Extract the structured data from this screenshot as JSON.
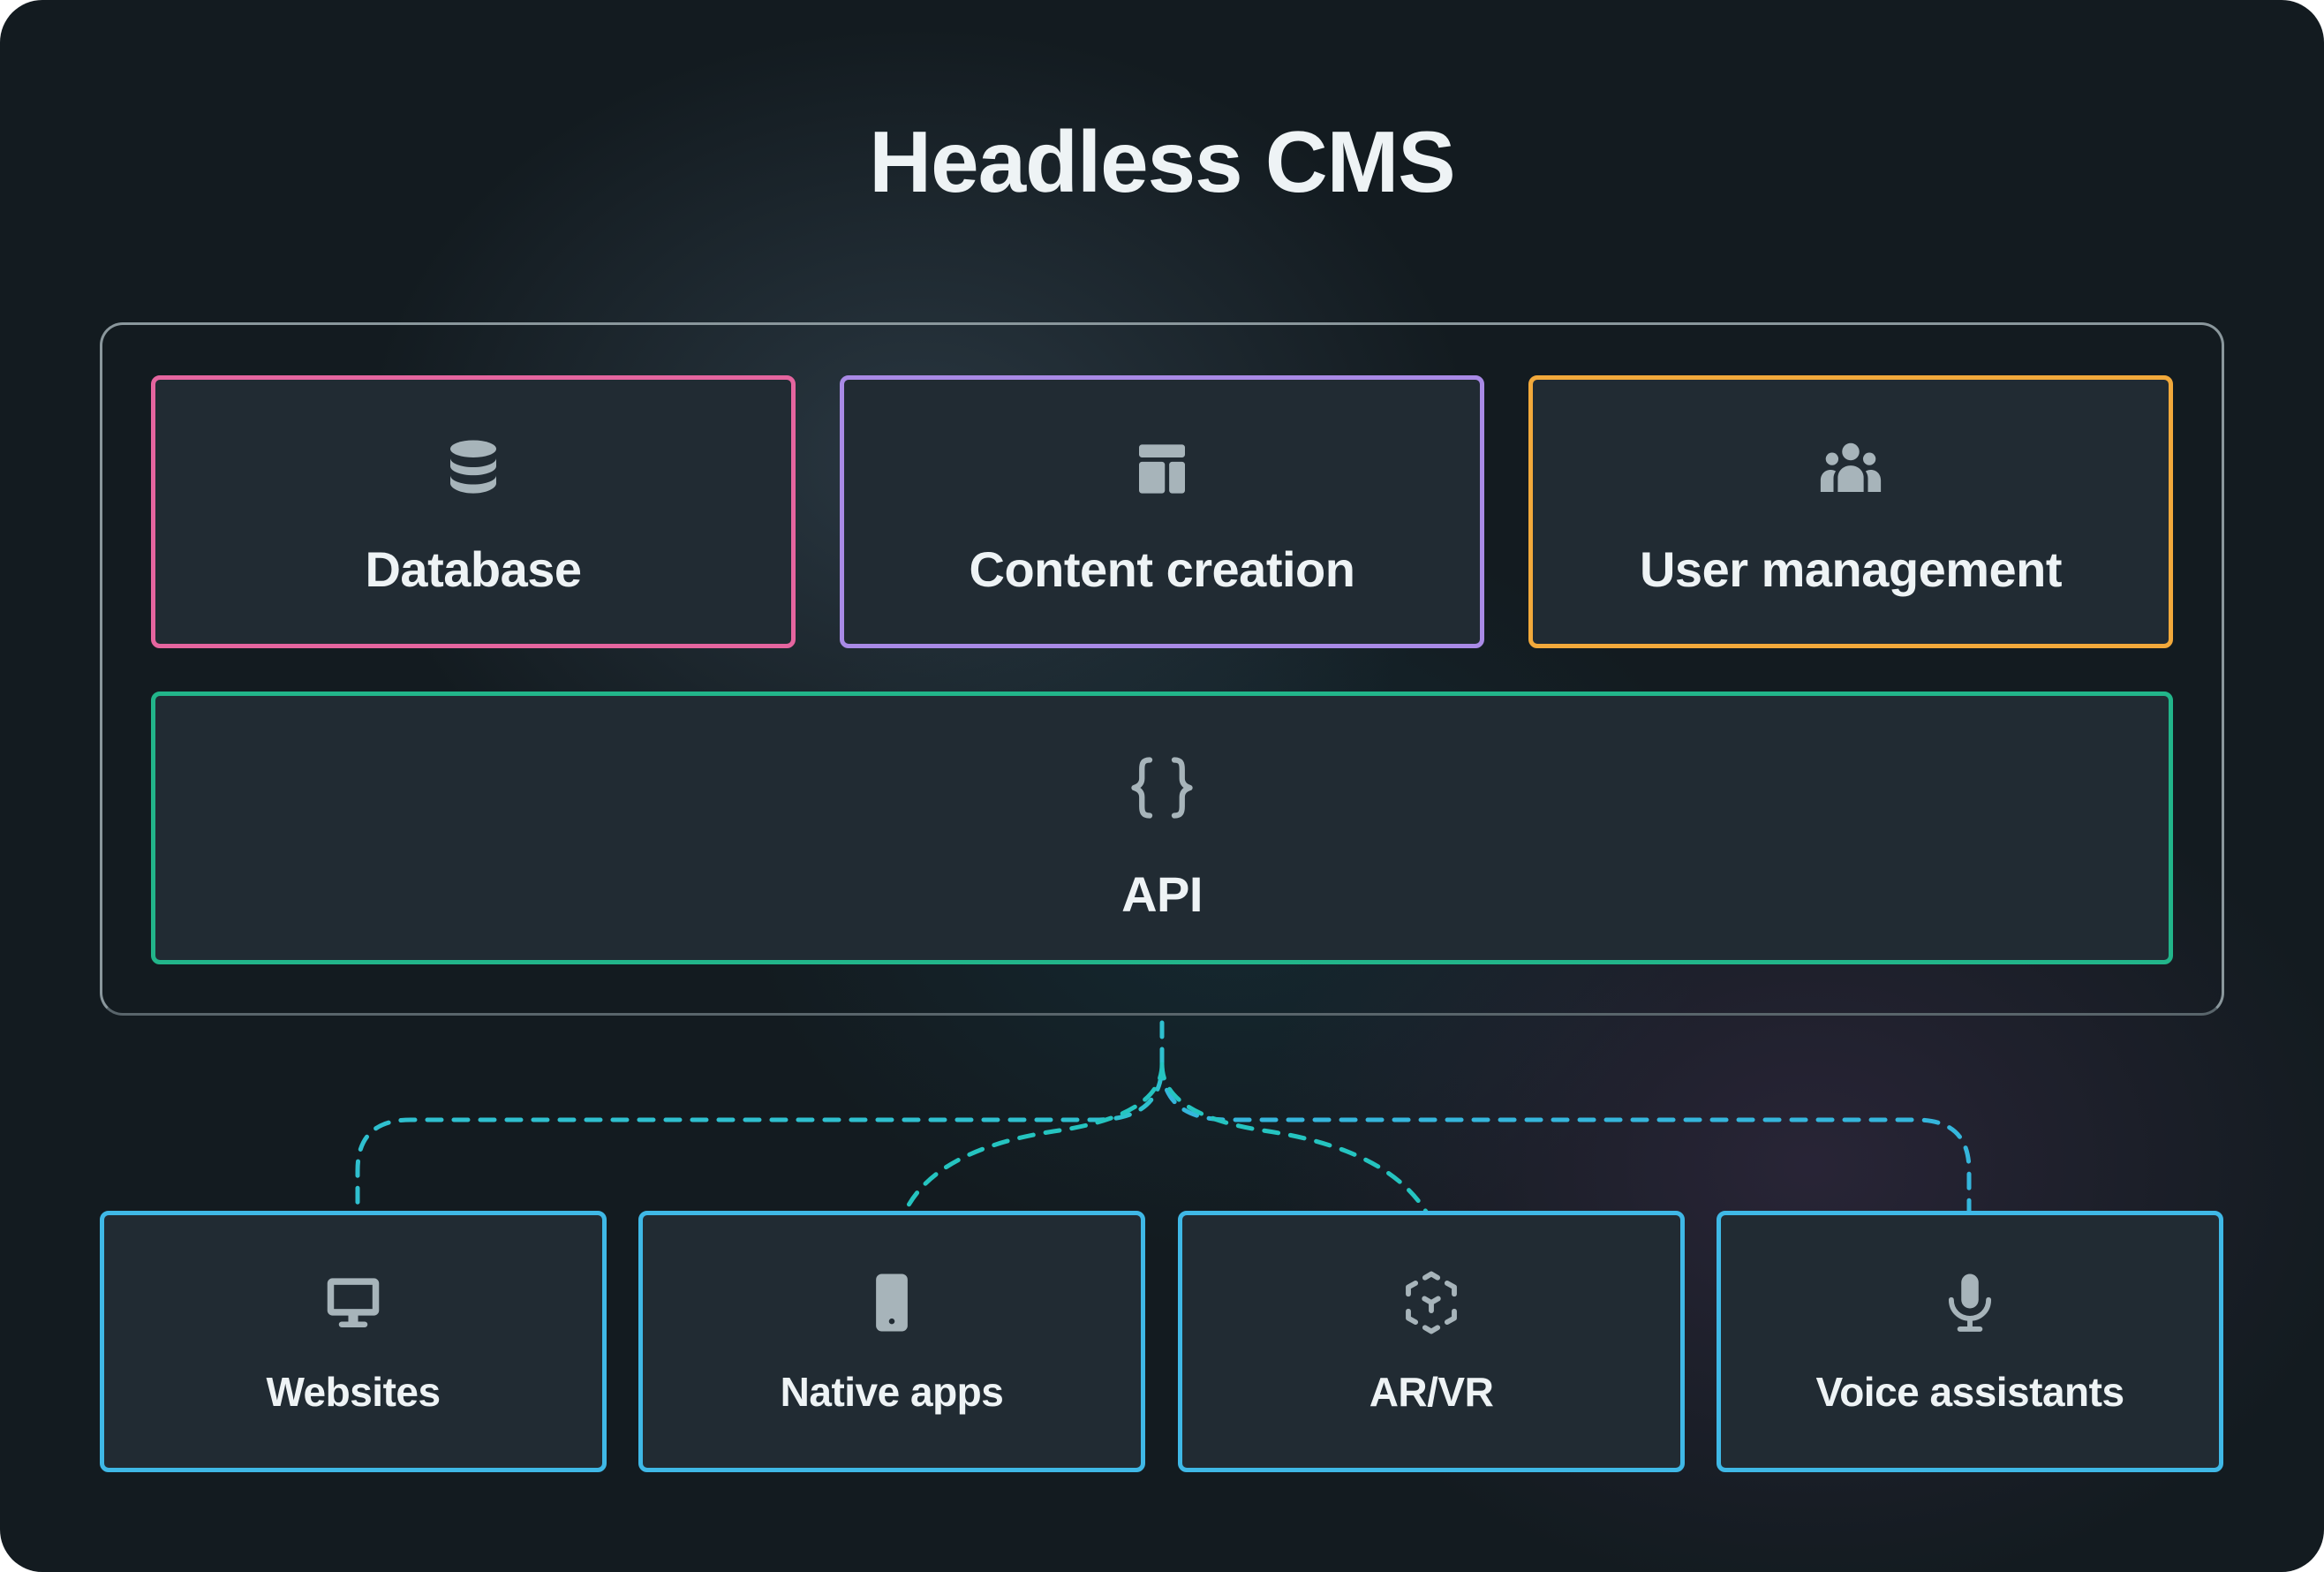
{
  "title": "Headless CMS",
  "colors": {
    "background": "#131b20",
    "box_fill": "#212b33",
    "text": "#eef3f5",
    "icon": "#a7b4ba",
    "database": "#e5659f",
    "content_creation": "#a98ae6",
    "user_management": "#f2a93b",
    "api": "#22b58a",
    "channels": "#3fb8e6",
    "connector": "#25c4c0"
  },
  "cms_components": [
    {
      "id": "database",
      "label": "Database",
      "icon": "database-icon"
    },
    {
      "id": "content_creation",
      "label": "Content creation",
      "icon": "layout-icon"
    },
    {
      "id": "user_management",
      "label": "User management",
      "icon": "users-icon"
    }
  ],
  "api": {
    "label": "API",
    "icon": "braces-icon"
  },
  "channels": [
    {
      "id": "websites",
      "label": "Websites",
      "icon": "monitor-icon"
    },
    {
      "id": "native_apps",
      "label": "Native apps",
      "icon": "smartphone-icon"
    },
    {
      "id": "ar_vr",
      "label": "AR/VR",
      "icon": "cube-3d-icon"
    },
    {
      "id": "voice_assistants",
      "label": "Voice assistants",
      "icon": "microphone-icon"
    }
  ]
}
